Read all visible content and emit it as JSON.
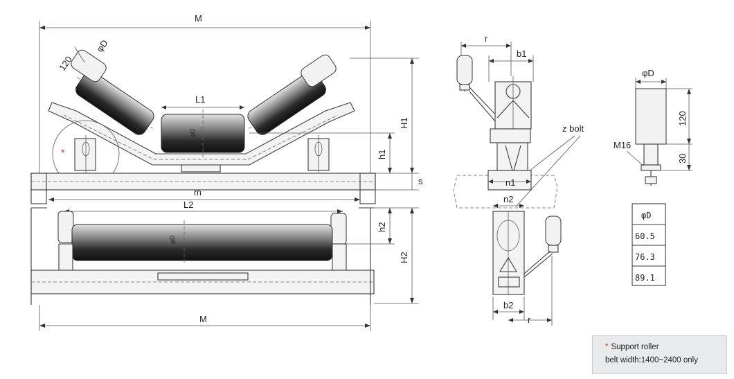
{
  "labels": {
    "M": "M",
    "phiD": "φD",
    "cap120": "120",
    "L1": "L1",
    "H1": "H1",
    "h1": "h1",
    "s": "s",
    "m": "m",
    "L2": "L2",
    "h2": "h2",
    "H2": "H2",
    "r": "r",
    "b1": "b1",
    "zbolt": "z bolt",
    "n1": "n1",
    "n2": "n2",
    "b2": "b2",
    "M16": "M16",
    "dim30": "30",
    "star": "*"
  },
  "diameter_table": {
    "header": "φD",
    "rows": [
      "60.5",
      "76.3",
      "89.1"
    ]
  },
  "note": {
    "star": "*",
    "line1": "Support roller",
    "line2": "belt width:1400~2400 only"
  },
  "colors": {
    "line": "#3a3a3a",
    "roller_dark": "#1e1e1e",
    "roller_light": "#d9d9d9",
    "note_bg": "#e9eaec",
    "star": "#c0392b"
  }
}
